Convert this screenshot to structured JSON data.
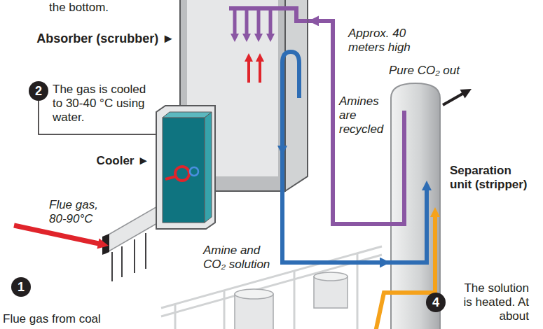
{
  "diagram": {
    "nodes": [
      {
        "text": [
          "Absorber (scrubber) ►"
        ]
      },
      {
        "text": [
          "2"
        ]
      },
      {
        "text": [
          "Cooler ►"
        ]
      },
      {
        "text": [
          "Separation unit (stripper)"
        ]
      },
      {
        "text": [
          "1"
        ]
      },
      {
        "text": [
          "4"
        ]
      }
    ],
    "edges": [
      {
        "from": 0,
        "to": 3,
        "arrow": "to",
        "label": "Amine and CO₂ solution"
      },
      {
        "from": 3,
        "to": 0,
        "arrow": "to",
        "label": "Amines are recycled"
      },
      {
        "from": 1,
        "to": 2,
        "arrow": "none"
      }
    ],
    "labels": [
      "the bottom.",
      "Approx. 40 meters high",
      "Pure CO₂ out",
      "The gas is cooled to 30-40 °C using water.",
      "Flue gas, 80-90°C",
      "Flue gas from coal",
      "The solution is heated. At about"
    ]
  }
}
